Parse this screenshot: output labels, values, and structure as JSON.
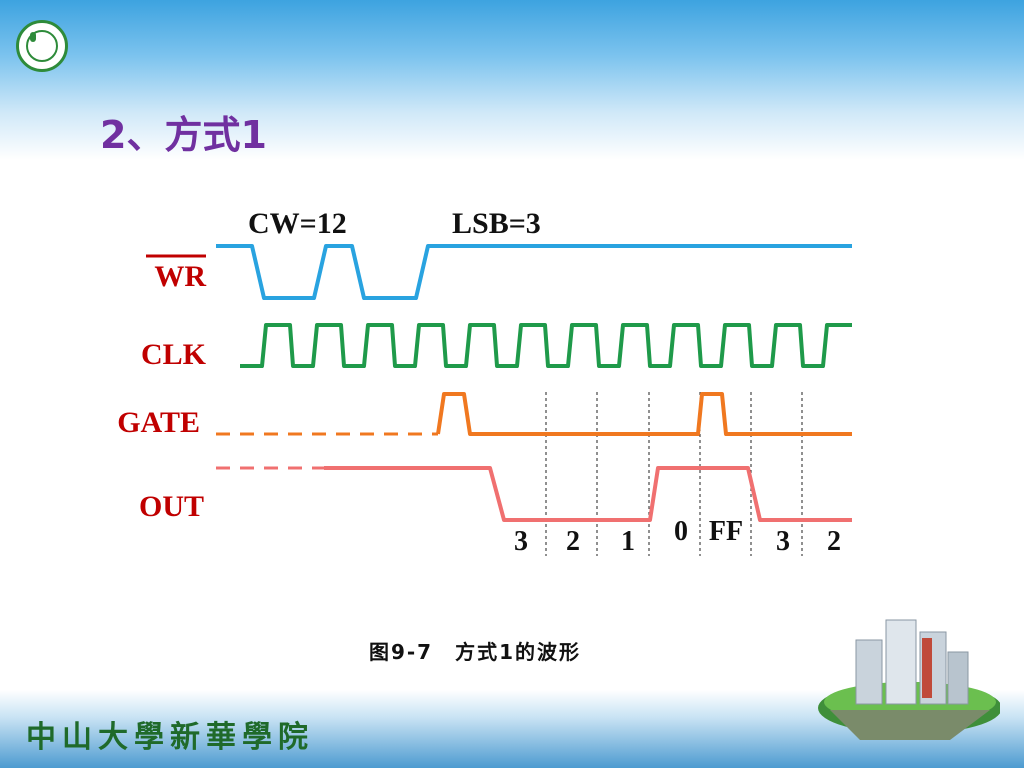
{
  "header": {
    "title": "2、方式1"
  },
  "diagram": {
    "signals": [
      "WR",
      "CLK",
      "GATE",
      "OUT"
    ],
    "annotations": {
      "cw": "CW=12",
      "lsb": "LSB=3"
    },
    "count_values": [
      "3",
      "2",
      "1",
      "0",
      "FF",
      "3",
      "2"
    ],
    "caption": "图9-7　方式1的波形"
  },
  "footer": {
    "school_name": "中山大學新華學院"
  },
  "colors": {
    "title": "#7030a0",
    "wr": "#29a3e0",
    "clk": "#1f9a4a",
    "gate": "#f07820",
    "out": "#f07070",
    "signal_label": "#c00000"
  }
}
